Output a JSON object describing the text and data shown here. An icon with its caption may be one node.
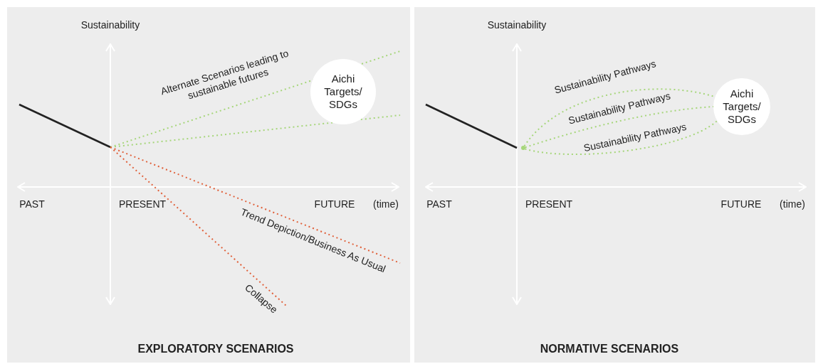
{
  "diagram": {
    "nodes": [
      {
        "text": [
          "Aichi Targets/ SDGs"
        ]
      },
      {
        "text": [
          "Aichi Targets/ SDGs"
        ]
      },
      {
        "text": [],
        "shape": "circle"
      }
    ],
    "edges": [
      {
        "from": 2,
        "to": 1,
        "arrow": "none",
        "label": "Sustainability Pathways",
        "style": "dashed",
        "color": "#a6d67a"
      },
      {
        "from": 2,
        "to": 1,
        "arrow": "none",
        "label": "Sustainability Pathways",
        "style": "dashed",
        "color": "#a6d67a"
      },
      {
        "from": 2,
        "to": 1,
        "arrow": "none",
        "label": "Sustainability Pathways",
        "style": "dashed",
        "color": "#a6d67a"
      }
    ],
    "labels": [
      "Sustainability",
      "Sustainability",
      "Alternate Scenarios leading to sustainable futures",
      "PAST",
      "PRESENT",
      "FUTURE",
      "(time)",
      "PAST",
      "PRESENT",
      "FUTURE",
      "(time)",
      "Trend Depiction/Business As Usual",
      "Collapse",
      "EXPLORATORY SCENARIOS",
      "NORMATIVE SCENARIOS"
    ]
  }
}
